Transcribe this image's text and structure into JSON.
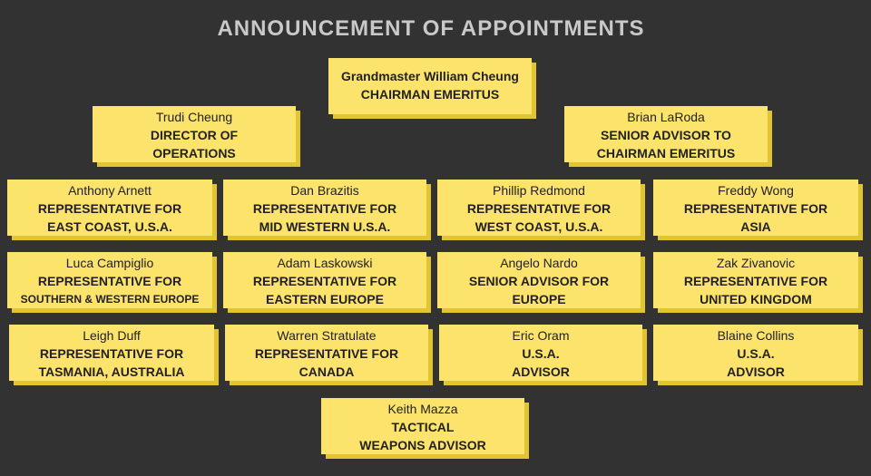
{
  "title": "ANNOUNCEMENT OF APPOINTMENTS",
  "cards": {
    "chairman": {
      "name": "Grandmaster William Cheung",
      "line1": "CHAIRMAN EMERITUS",
      "line2": ""
    },
    "director": {
      "name": "Trudi Cheung",
      "line1": "DIRECTOR OF",
      "line2": "OPERATIONS"
    },
    "senior_chairman": {
      "name": "Brian LaRoda",
      "line1": "SENIOR ADVISOR TO",
      "line2": "CHAIRMAN EMERITUS"
    },
    "arnett": {
      "name": "Anthony Arnett",
      "line1": "REPRESENTATIVE FOR",
      "line2": "EAST COAST, U.S.A."
    },
    "brazitis": {
      "name": "Dan Brazitis",
      "line1": "REPRESENTATIVE FOR",
      "line2": "MID WESTERN U.S.A."
    },
    "redmond": {
      "name": "Phillip Redmond",
      "line1": "REPRESENTATIVE FOR",
      "line2": "WEST COAST, U.S.A."
    },
    "wong": {
      "name": "Freddy Wong",
      "line1": "REPRESENTATIVE FOR",
      "line2": "ASIA"
    },
    "campiglio": {
      "name": "Luca Campiglio",
      "line1": "REPRESENTATIVE FOR",
      "line2": "SOUTHERN & WESTERN EUROPE"
    },
    "laskowski": {
      "name": "Adam Laskowski",
      "line1": "REPRESENTATIVE FOR",
      "line2": "EASTERN EUROPE"
    },
    "nardo": {
      "name": "Angelo Nardo",
      "line1": "SENIOR ADVISOR FOR",
      "line2": "EUROPE"
    },
    "zivanovic": {
      "name": "Zak Zivanovic",
      "line1": "REPRESENTATIVE FOR",
      "line2": "UNITED KINGDOM"
    },
    "duff": {
      "name": "Leigh Duff",
      "line1": "REPRESENTATIVE FOR",
      "line2": "TASMANIA, AUSTRALIA"
    },
    "stratulate": {
      "name": "Warren Stratulate",
      "line1": "REPRESENTATIVE FOR",
      "line2": "CANADA"
    },
    "oram": {
      "name": "Eric Oram",
      "line1": "U.S.A.",
      "line2": "ADVISOR"
    },
    "collins": {
      "name": "Blaine Collins",
      "line1": "U.S.A.",
      "line2": "ADVISOR"
    },
    "mazza": {
      "name": "Keith Mazza",
      "line1": "TACTICAL",
      "line2": "WEAPONS ADVISOR"
    }
  }
}
